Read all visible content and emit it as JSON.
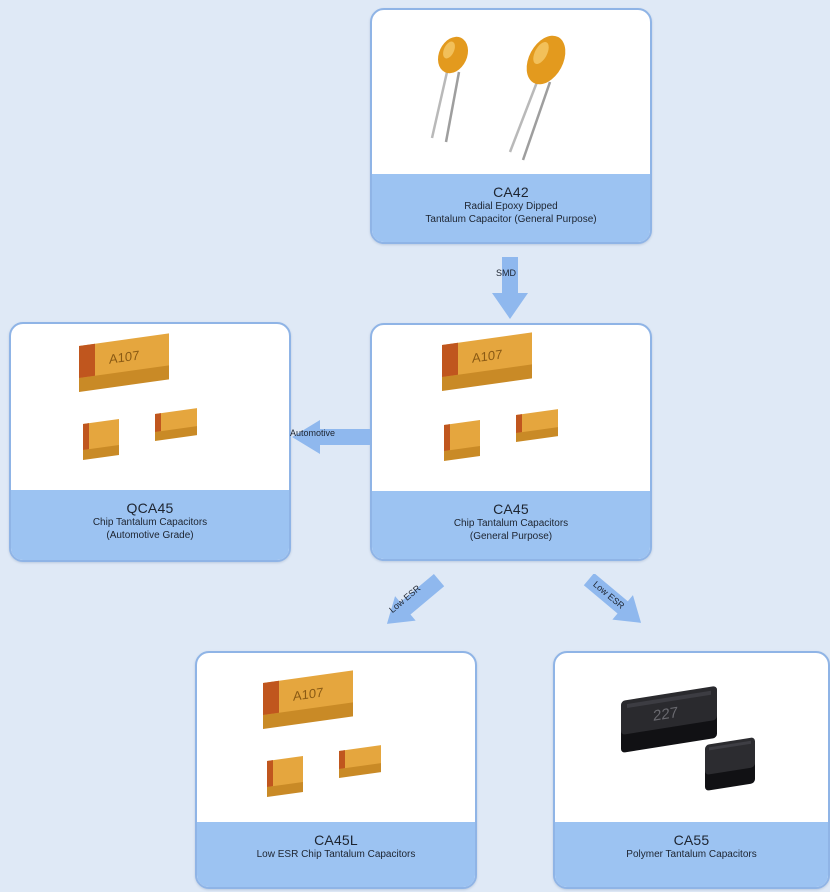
{
  "colors": {
    "background": "#dfe9f6",
    "card_border": "#8fb4e6",
    "caption_fill": "#9cc3f2",
    "arrow_fill": "#8fb8ee",
    "tantalum_body": "#e3a23a",
    "polymer_body": "#1f1f22"
  },
  "nodes": {
    "ca42": {
      "model": "CA42",
      "desc_1": "Radial Epoxy Dipped",
      "desc_2": "Tantalum Capacitor (General Purpose)",
      "image_icon": "radial-capacitor-icon"
    },
    "ca45": {
      "model": "CA45",
      "desc_1": "Chip Tantalum Capacitors",
      "desc_2": "(General Purpose)",
      "image_icon": "chip-capacitor-icon",
      "chip_marking": "A107"
    },
    "qca45": {
      "model": "QCA45",
      "desc_1": "Chip Tantalum Capacitors",
      "desc_2": "(Automotive Grade)",
      "image_icon": "chip-capacitor-icon",
      "chip_marking": "A107"
    },
    "ca45l": {
      "model": "CA45L",
      "desc_1": "Low ESR Chip Tantalum Capacitors",
      "image_icon": "chip-capacitor-icon",
      "chip_marking": "A107"
    },
    "ca55": {
      "model": "CA55",
      "desc_1": "Polymer Tantalum Capacitors",
      "image_icon": "polymer-capacitor-icon",
      "chip_marking": "227"
    }
  },
  "edges": [
    {
      "from": "CA42",
      "to": "CA45",
      "label": "SMD",
      "arrow_icon": "arrow-down-icon"
    },
    {
      "from": "CA45",
      "to": "QCA45",
      "label": "Automotive",
      "arrow_icon": "arrow-left-icon"
    },
    {
      "from": "CA45",
      "to": "CA45L",
      "label": "Low ESR",
      "arrow_icon": "arrow-down-left-icon"
    },
    {
      "from": "CA45",
      "to": "CA55",
      "label": "Low ESR",
      "arrow_icon": "arrow-down-right-icon"
    }
  ]
}
